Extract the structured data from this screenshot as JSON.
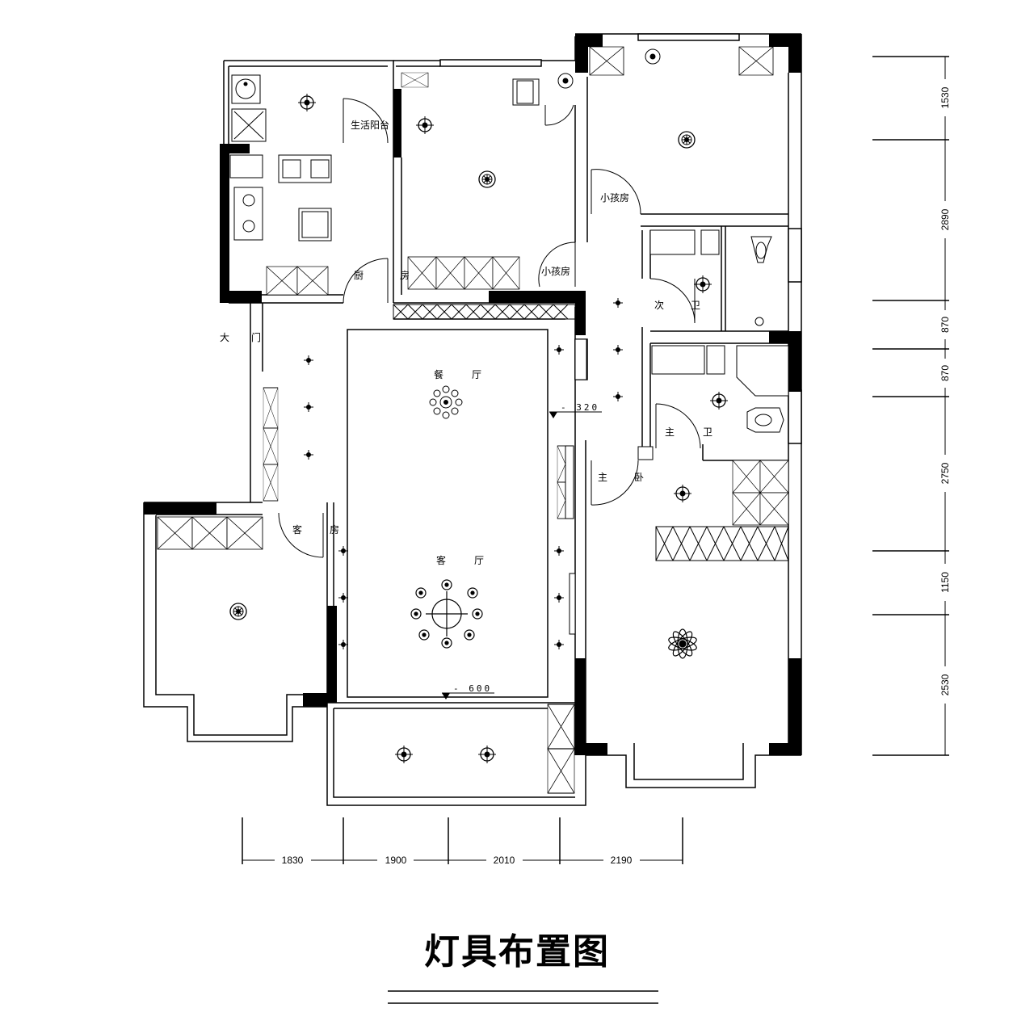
{
  "title": "灯具布置图",
  "rooms": {
    "balcony_service": "生活阳台",
    "kitchen_1": "厨",
    "kitchen_2": "房",
    "child_room_top": "小孩房",
    "child_room_door": "小孩房",
    "bath2_1": "次",
    "bath2_2": "卫",
    "entrance_1": "大",
    "entrance_2": "门",
    "dining_1": "餐",
    "dining_2": "厅",
    "guest_1": "客",
    "guest_2": "房",
    "living_1": "客",
    "living_2": "厅",
    "master_bath_1": "主",
    "master_bath_2": "卫",
    "master_bed_1": "主",
    "master_bed_2": "卧"
  },
  "level_marks": {
    "dining": "- 320",
    "living": "- 600"
  },
  "dimensions": {
    "bottom": [
      "1830",
      "1900",
      "2010",
      "2190"
    ],
    "right": [
      "1530",
      "2890",
      "870",
      "870",
      "2750",
      "1150",
      "2530"
    ]
  },
  "symbols": {
    "downlight": "downlight-icon",
    "ceiling_lamp": "ceiling-lamp-icon",
    "pendant_dining": "dining-chandelier-icon",
    "chandelier_living": "living-chandelier-icon",
    "flower_lamp": "flower-lamp-icon"
  }
}
